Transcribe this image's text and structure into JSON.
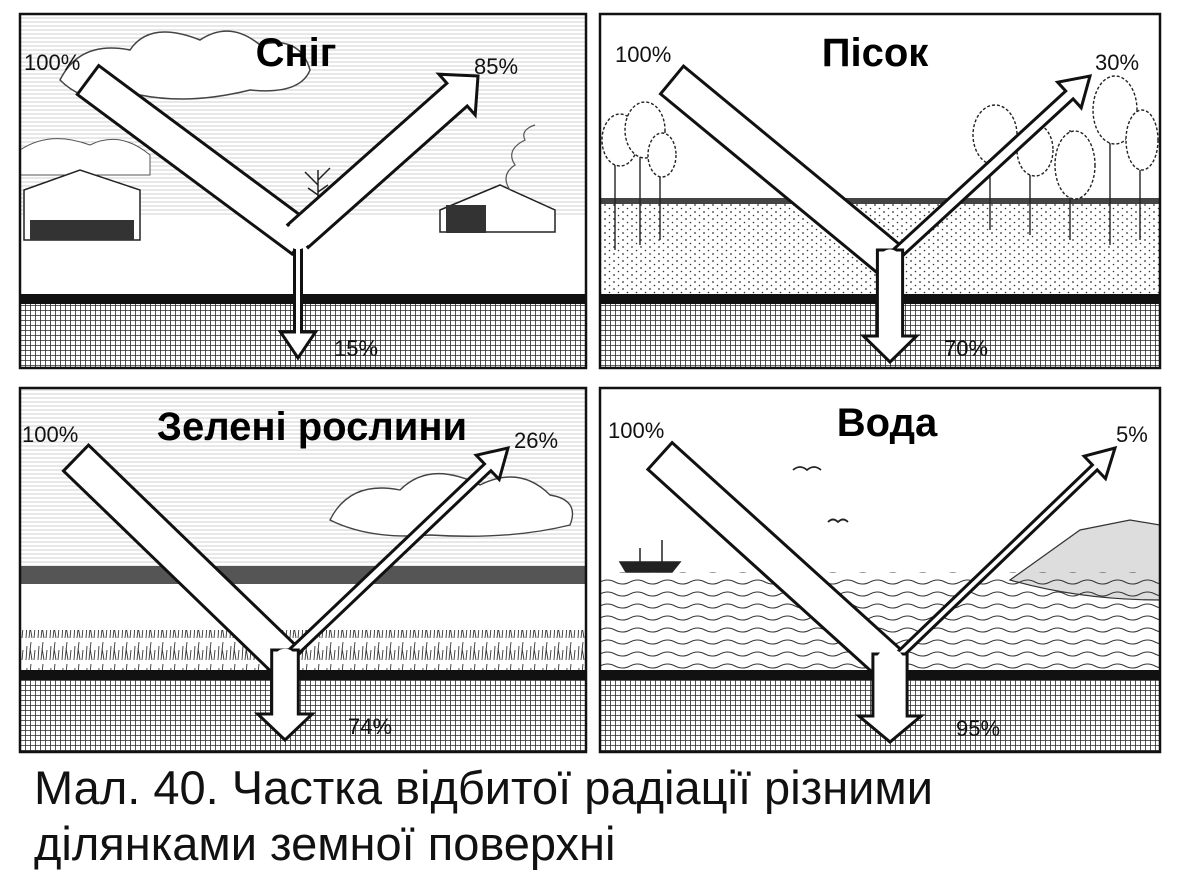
{
  "panels": [
    {
      "title": "Сніг",
      "incoming": "100%",
      "reflected": "85%",
      "absorbed": "15%",
      "reflected_fraction": 0.85,
      "absorbed_fraction": 0.15
    },
    {
      "title": "Пісок",
      "incoming": "100%",
      "reflected": "30%",
      "absorbed": "70%",
      "reflected_fraction": 0.3,
      "absorbed_fraction": 0.7
    },
    {
      "title": "Зелені рослини",
      "incoming": "100%",
      "reflected": "26%",
      "absorbed": "74%",
      "reflected_fraction": 0.26,
      "absorbed_fraction": 0.74
    },
    {
      "title": "Вода",
      "incoming": "100%",
      "reflected": "5%",
      "absorbed": "95%",
      "reflected_fraction": 0.05,
      "absorbed_fraction": 0.95
    }
  ],
  "caption": {
    "line1": "Мал. 40. Частка відбитої радіації різними",
    "line2": "ділянками земної поверхні"
  },
  "colors": {
    "ink": "#111111",
    "paper": "#ffffff",
    "soil_grid": "#2a2a2a"
  }
}
